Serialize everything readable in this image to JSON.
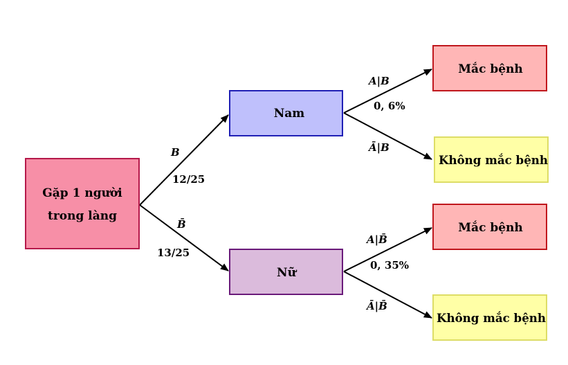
{
  "nodes": {
    "root": {
      "line1": "Gặp 1 người",
      "line2": "trong làng",
      "fill": "#f78fa7",
      "stroke": "#b5194a"
    },
    "nam": {
      "label": "Nam",
      "fill": "#bfc0fc",
      "stroke": "#1f1fb5"
    },
    "nu": {
      "label": "Nữ",
      "fill": "#dbbbdc",
      "stroke": "#6a1a7a"
    },
    "nam_sick": {
      "label": "Mắc bệnh",
      "fill": "#ffb6b6",
      "stroke": "#c0171d"
    },
    "nam_healthy": {
      "label": "Không mắc bệnh",
      "fill": "#ffffa6",
      "stroke": "#dddd66"
    },
    "nu_sick": {
      "label": "Mắc bệnh",
      "fill": "#ffb6b6",
      "stroke": "#c0171d"
    },
    "nu_healthy": {
      "label": "Không mắc bệnh",
      "fill": "#ffffa6",
      "stroke": "#dddd66"
    }
  },
  "edges": {
    "root_nam": {
      "event": "B",
      "prob": "12/25"
    },
    "root_nu": {
      "event": "B̄",
      "prob": "13/25"
    },
    "nam_sick": {
      "event": "A|B",
      "prob": "0, 6%"
    },
    "nam_healthy": {
      "event": "Ā|B",
      "prob": ""
    },
    "nu_sick": {
      "event": "A|B̄",
      "prob": "0, 35%"
    },
    "nu_healthy": {
      "event": "Ā|B̄",
      "prob": ""
    }
  }
}
